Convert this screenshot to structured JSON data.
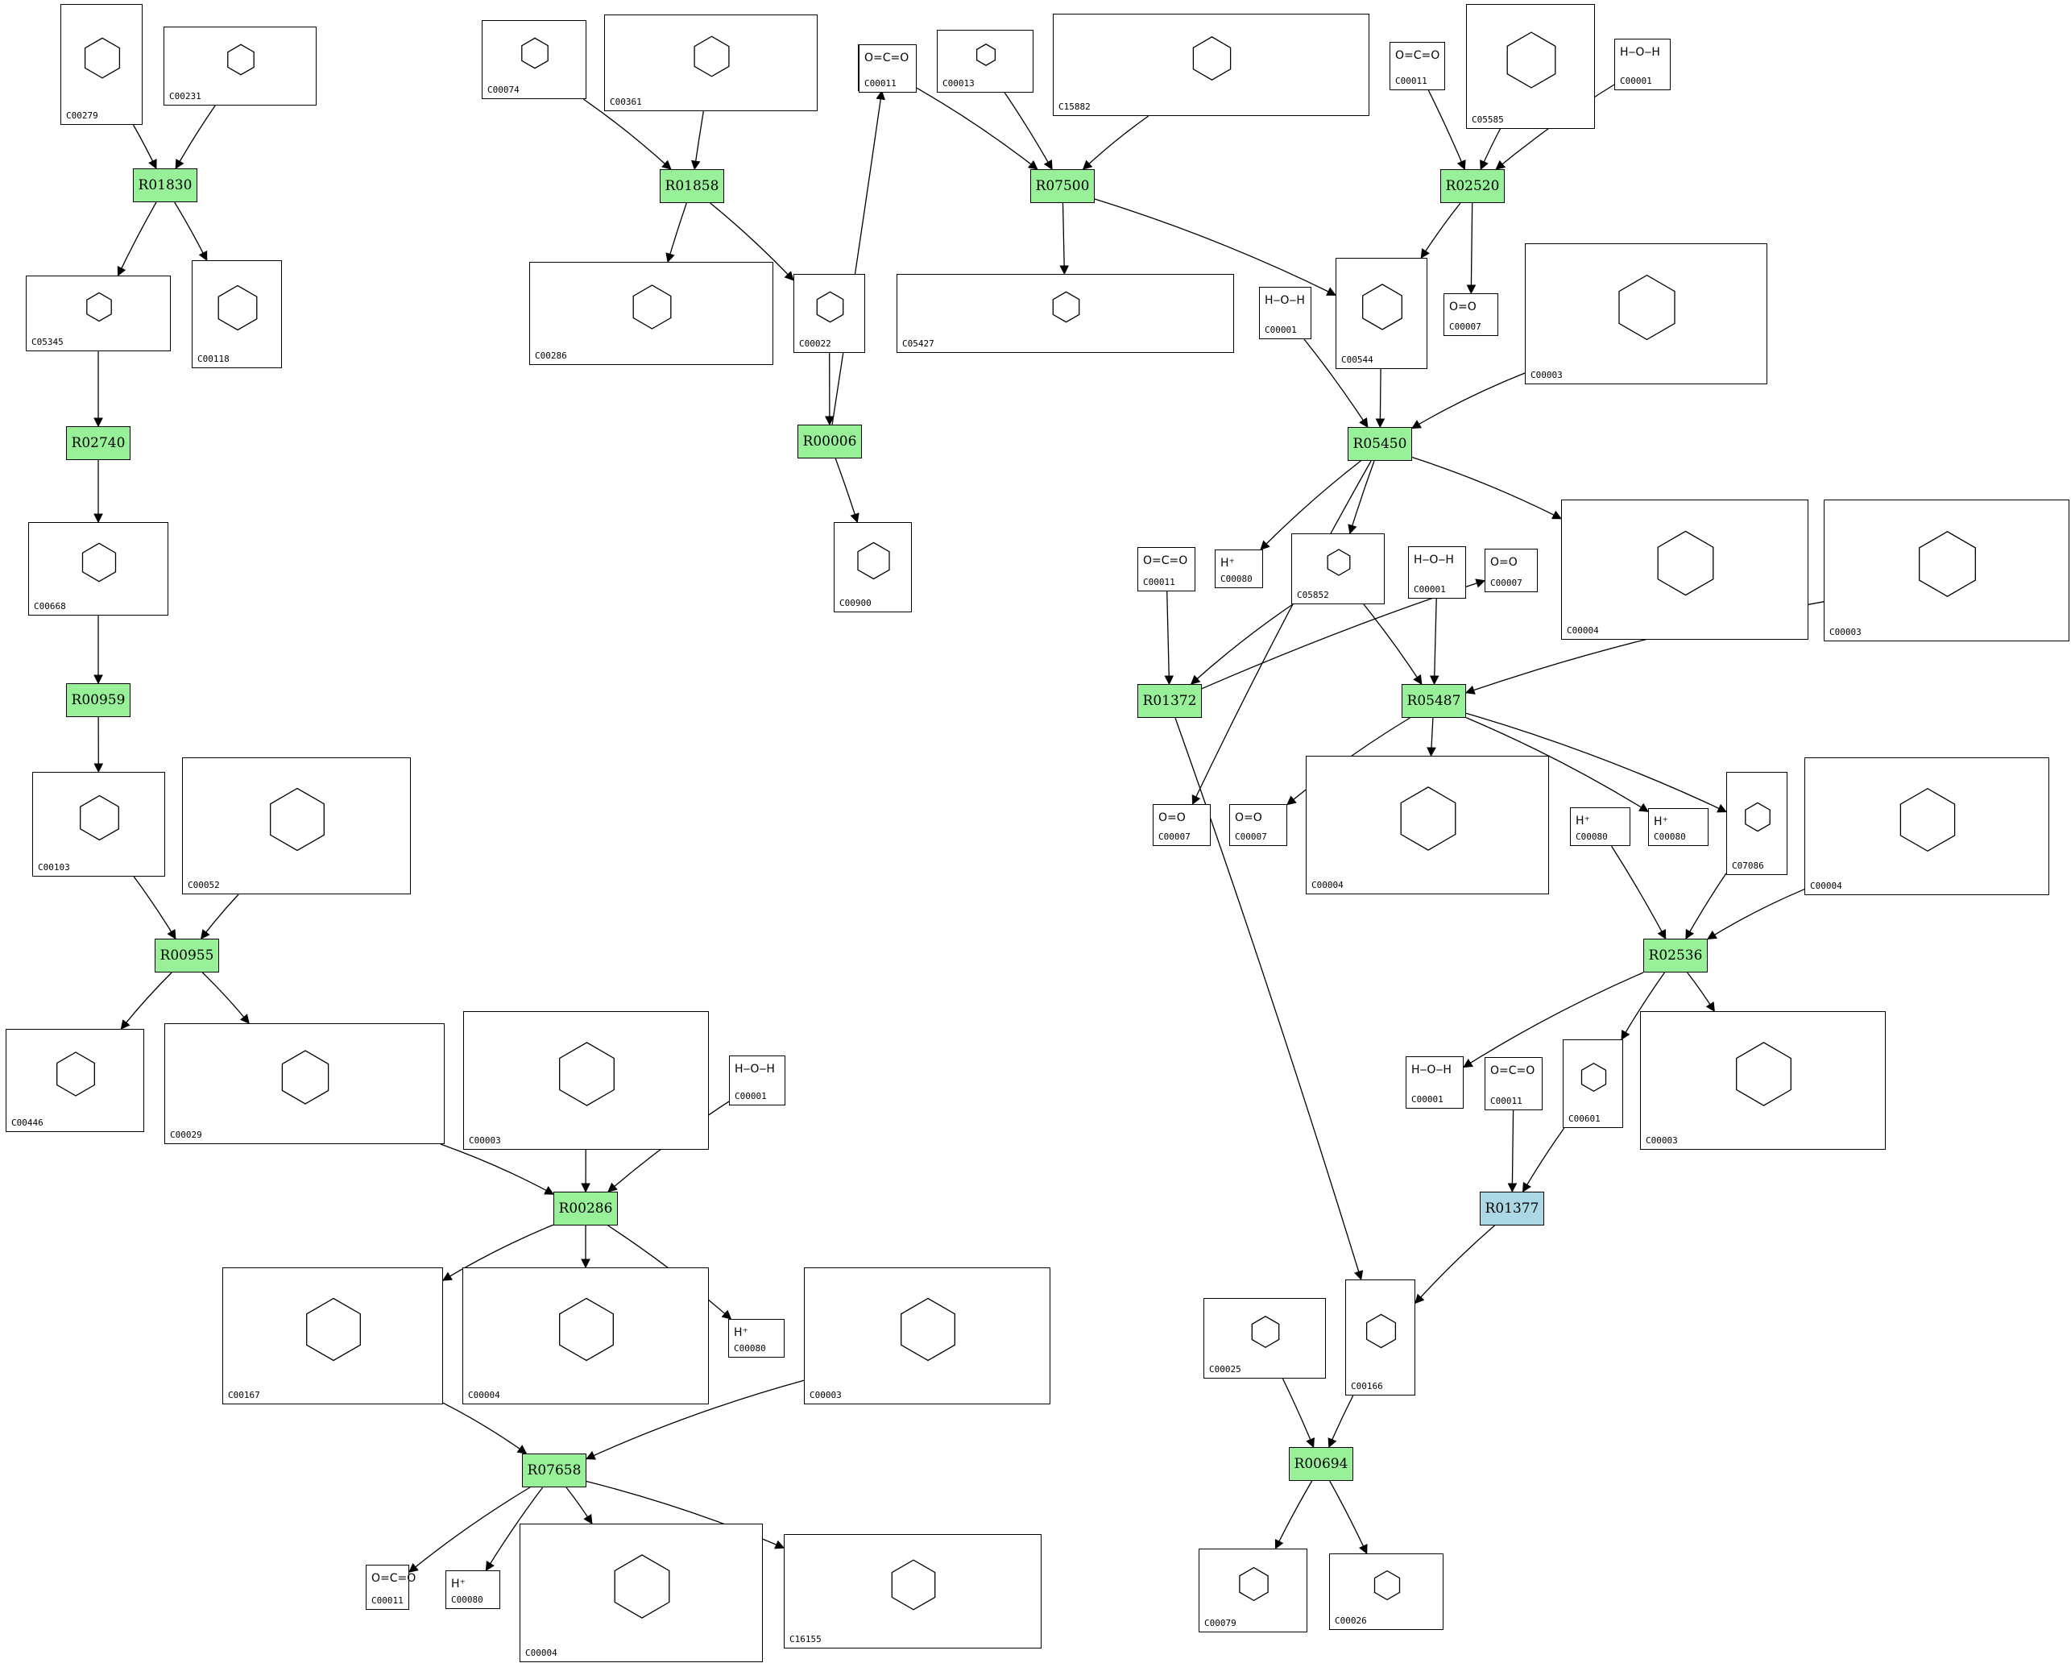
{
  "colors": {
    "reaction": "#98f198",
    "reaction_highlight": "#acd8e6",
    "compound_border": "#000000",
    "edge": "#000000"
  },
  "compounds": [
    {
      "id": "C00279",
      "mol": ""
    },
    {
      "id": "C00231",
      "mol": ""
    },
    {
      "id": "C05345",
      "mol": ""
    },
    {
      "id": "C00118",
      "mol": ""
    },
    {
      "id": "C00668",
      "mol": ""
    },
    {
      "id": "C00103",
      "mol": ""
    },
    {
      "id": "C00052",
      "mol": ""
    },
    {
      "id": "C00446",
      "mol": ""
    },
    {
      "id": "C00029",
      "mol": ""
    },
    {
      "id": "C00003",
      "mol": ""
    },
    {
      "id": "C00001",
      "mol": "H‒O‒H"
    },
    {
      "id": "C00167",
      "mol": ""
    },
    {
      "id": "C00004",
      "mol": ""
    },
    {
      "id": "C00080",
      "mol": "H⁺"
    },
    {
      "id": "C00003",
      "mol": ""
    },
    {
      "id": "C00011",
      "mol": "O=C=O"
    },
    {
      "id": "C00080",
      "mol": "H⁺"
    },
    {
      "id": "C00004",
      "mol": ""
    },
    {
      "id": "C16155",
      "mol": ""
    },
    {
      "id": "C00074",
      "mol": ""
    },
    {
      "id": "C00361",
      "mol": ""
    },
    {
      "id": "C00286",
      "mol": ""
    },
    {
      "id": "C00022",
      "mol": ""
    },
    {
      "id": "C00011",
      "mol": "O=C=O"
    },
    {
      "id": "C00900",
      "mol": ""
    },
    {
      "id": "C00011",
      "mol": "O=C=O"
    },
    {
      "id": "C00013",
      "mol": ""
    },
    {
      "id": "C15882",
      "mol": ""
    },
    {
      "id": "C05427",
      "mol": ""
    },
    {
      "id": "C00011",
      "mol": "O=C=O"
    },
    {
      "id": "C05585",
      "mol": ""
    },
    {
      "id": "C00001",
      "mol": "H‒O‒H"
    },
    {
      "id": "C00544",
      "mol": ""
    },
    {
      "id": "C00007",
      "mol": "O=O"
    },
    {
      "id": "C00001",
      "mol": "H‒O‒H"
    },
    {
      "id": "C00003",
      "mol": ""
    },
    {
      "id": "C00011",
      "mol": "O=C=O"
    },
    {
      "id": "C00080",
      "mol": "H⁺"
    },
    {
      "id": "C05852",
      "mol": ""
    },
    {
      "id": "C00001",
      "mol": "H‒O‒H"
    },
    {
      "id": "C00007",
      "mol": "O=O"
    },
    {
      "id": "C00004",
      "mol": ""
    },
    {
      "id": "C00003",
      "mol": ""
    },
    {
      "id": "C00007",
      "mol": "O=O"
    },
    {
      "id": "C00007",
      "mol": "O=O"
    },
    {
      "id": "C00004",
      "mol": ""
    },
    {
      "id": "C00080",
      "mol": "H⁺"
    },
    {
      "id": "C00080",
      "mol": "H⁺"
    },
    {
      "id": "C07086",
      "mol": ""
    },
    {
      "id": "C00004",
      "mol": ""
    },
    {
      "id": "C00001",
      "mol": "H‒O‒H"
    },
    {
      "id": "C00011",
      "mol": "O=C=O"
    },
    {
      "id": "C00601",
      "mol": ""
    },
    {
      "id": "C00003",
      "mol": ""
    },
    {
      "id": "C00025",
      "mol": ""
    },
    {
      "id": "C00166",
      "mol": ""
    },
    {
      "id": "C00079",
      "mol": ""
    },
    {
      "id": "C00026",
      "mol": ""
    }
  ],
  "reactions": [
    {
      "id": "R01830",
      "highlight": false
    },
    {
      "id": "R02740",
      "highlight": false
    },
    {
      "id": "R00959",
      "highlight": false
    },
    {
      "id": "R00955",
      "highlight": false
    },
    {
      "id": "R00286",
      "highlight": false
    },
    {
      "id": "R07658",
      "highlight": false
    },
    {
      "id": "R01858",
      "highlight": false
    },
    {
      "id": "R00006",
      "highlight": false
    },
    {
      "id": "R07500",
      "highlight": false
    },
    {
      "id": "R02520",
      "highlight": false
    },
    {
      "id": "R05450",
      "highlight": false
    },
    {
      "id": "R01372",
      "highlight": false
    },
    {
      "id": "R05487",
      "highlight": false
    },
    {
      "id": "R02536",
      "highlight": false
    },
    {
      "id": "R01377",
      "highlight": true
    },
    {
      "id": "R00694",
      "highlight": false
    }
  ]
}
